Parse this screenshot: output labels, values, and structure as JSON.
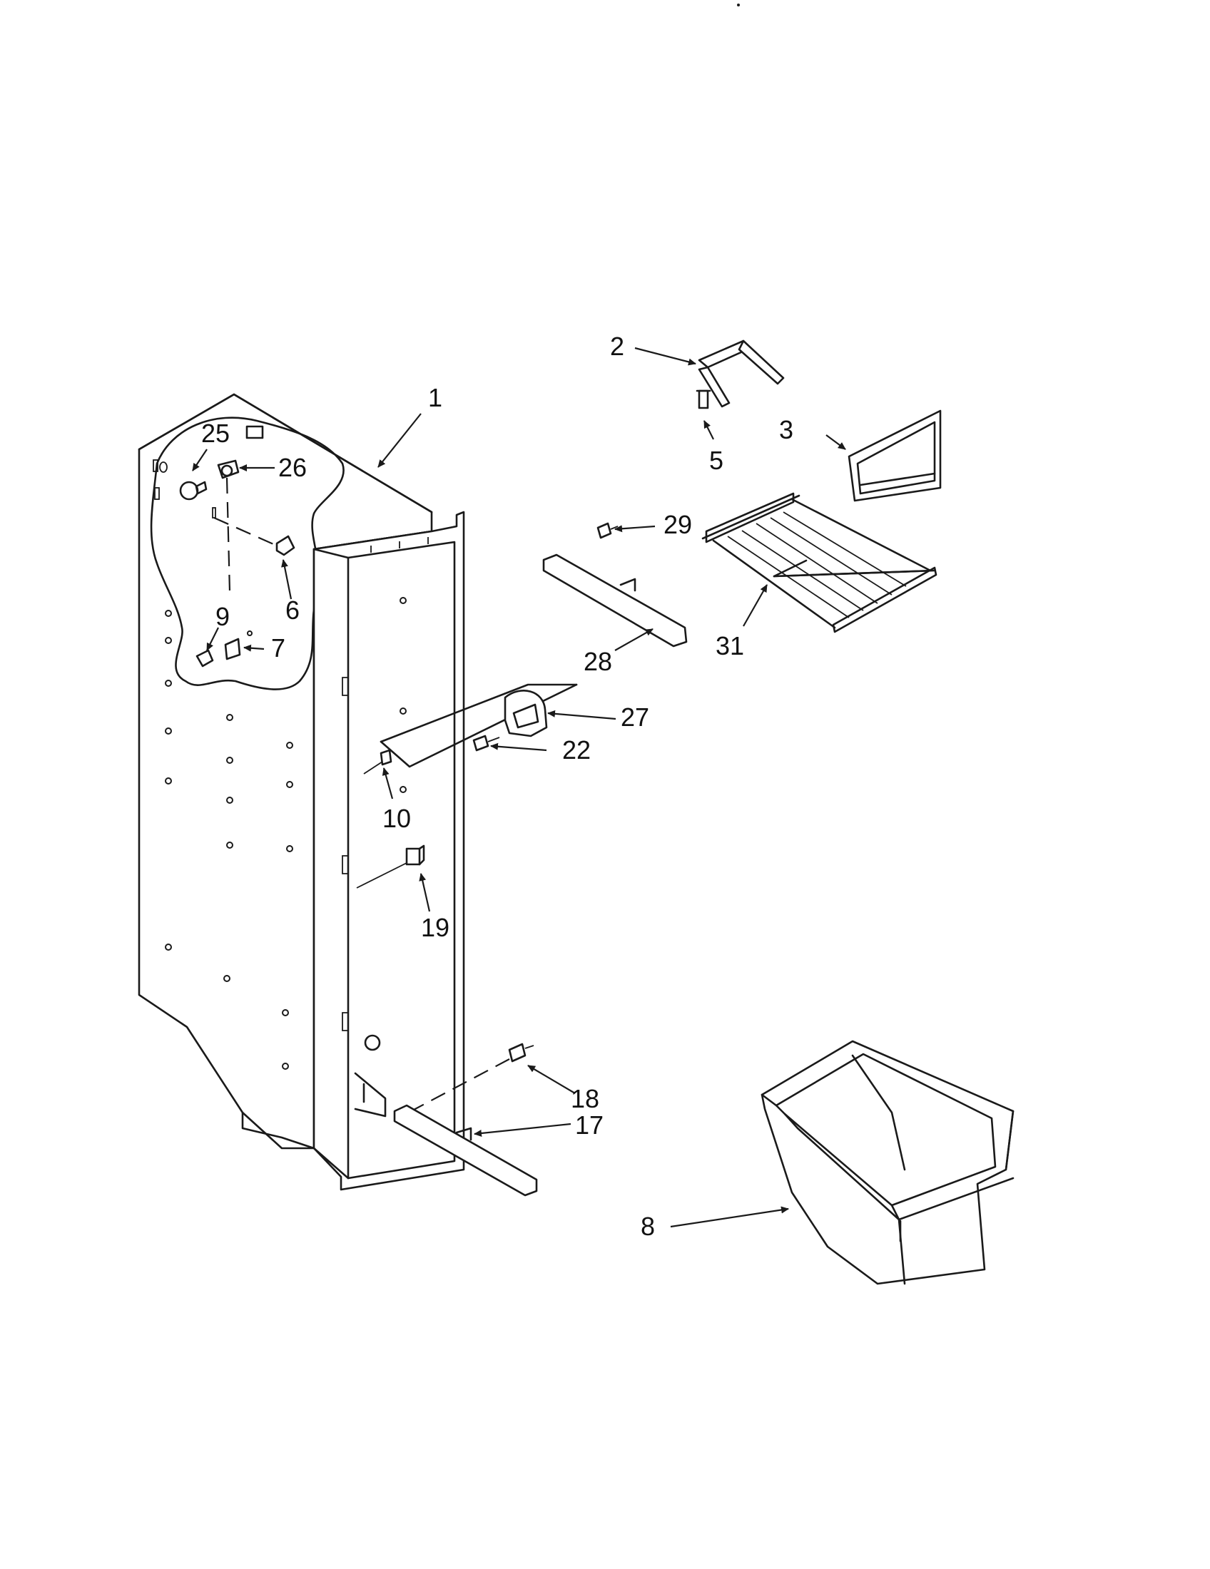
{
  "labels": {
    "p1": "1",
    "p2": "2",
    "p3": "3",
    "p5": "5",
    "p6": "6",
    "p7": "7",
    "p8": "8",
    "p9": "9",
    "p10": "10",
    "p17": "17",
    "p18": "18",
    "p19": "19",
    "p22": "22",
    "p25": "25",
    "p26": "26",
    "p27": "27",
    "p28": "28",
    "p29": "29",
    "p31": "31"
  }
}
